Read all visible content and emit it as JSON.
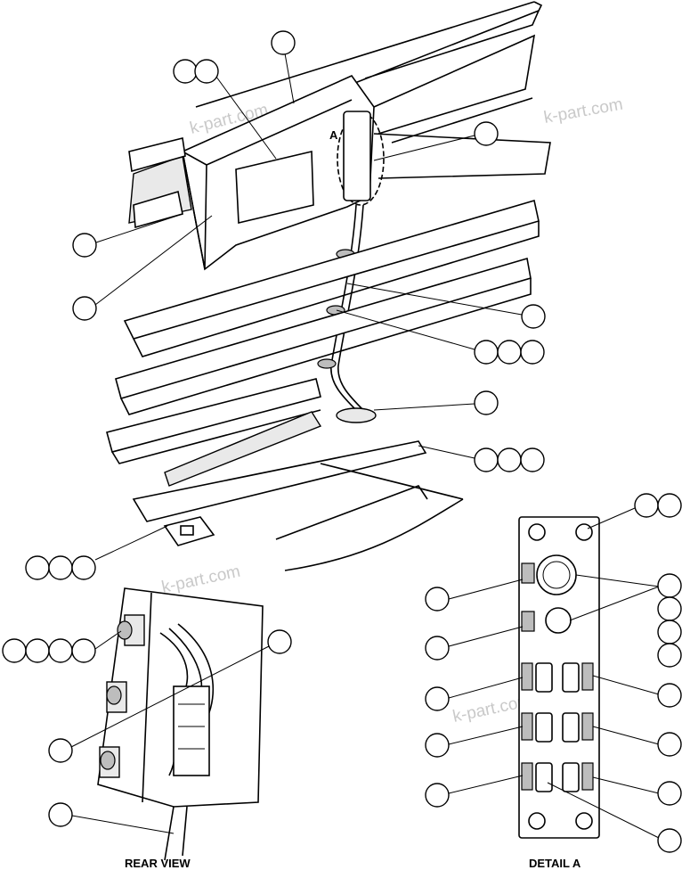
{
  "labels": {
    "rear_view": "REAR VIEW",
    "detail_a": "DETAIL A",
    "detail_marker": "A"
  },
  "watermark": "k-part.com",
  "colors": {
    "ink": "#000000",
    "background": "#ffffff",
    "watermark": "#c9c9c9"
  }
}
